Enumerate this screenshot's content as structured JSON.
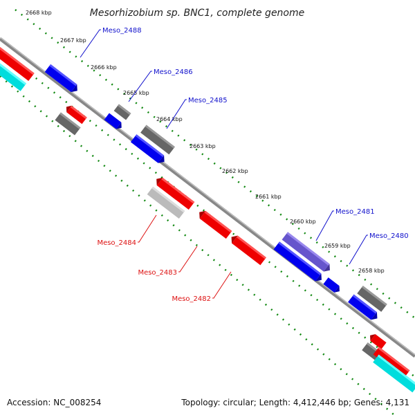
{
  "title": "Mesorhizobium sp. BNC1, complete genome",
  "footer": {
    "accession": "Accession: NC_008254",
    "summary": "Topology: circular; Length: 4,412,446 bp; Genes: 4,131"
  },
  "tick_labels": [
    "2668 kbp",
    "2667 kbp",
    "2666 kbp",
    "2665 kbp",
    "2664 kbp",
    "2663 kbp",
    "2662 kbp",
    "2661 kbp",
    "2660 kbp",
    "2659 kbp",
    "2658 kbp"
  ],
  "gene_labels": [
    {
      "name": "Meso_2488",
      "strand": "forward"
    },
    {
      "name": "Meso_2486",
      "strand": "forward"
    },
    {
      "name": "Meso_2485",
      "strand": "forward"
    },
    {
      "name": "Meso_2481",
      "strand": "forward"
    },
    {
      "name": "Meso_2480",
      "strand": "forward"
    },
    {
      "name": "Meso_2484",
      "strand": "reverse"
    },
    {
      "name": "Meso_2483",
      "strand": "reverse"
    },
    {
      "name": "Meso_2482",
      "strand": "reverse"
    }
  ],
  "colors": {
    "forward_cds": "#0000ee",
    "reverse_cds": "#ee0000",
    "other_feature": "#666666",
    "pale_feature": "#bbbbbb",
    "highlight_feature": "#6655cc",
    "rna_feature": "#00dddd",
    "backbone": "#888888",
    "tick_line": "#118811"
  }
}
